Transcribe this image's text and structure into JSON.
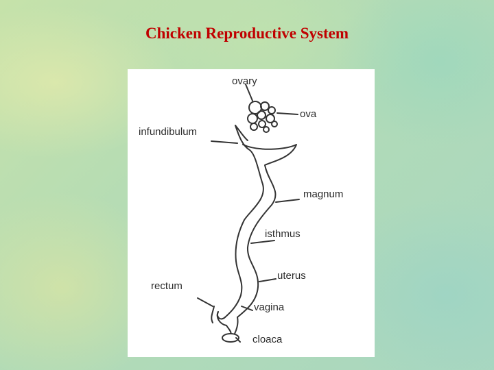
{
  "slide": {
    "title": "Chicken Reproductive System"
  },
  "diagram": {
    "labels": {
      "ovary": "ovary",
      "ova": "ova",
      "infundibulum": "infundibulum",
      "magnum": "magnum",
      "isthmus": "isthmus",
      "uterus": "uterus",
      "rectum": "rectum",
      "vagina": "vagina",
      "cloaca": "cloaca"
    }
  }
}
